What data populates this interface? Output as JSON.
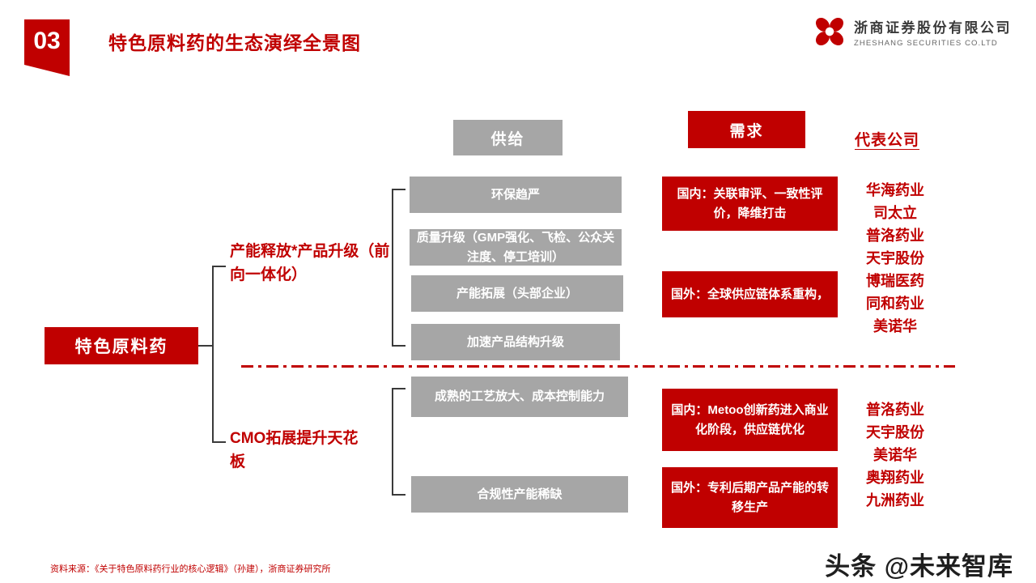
{
  "slide": {
    "number": "03",
    "title": "特色原料药的生态演绎全景图"
  },
  "logo": {
    "name_cn": "浙商证券股份有限公司",
    "name_en": "ZHESHANG SECURITIES CO.LTD",
    "icon": "flower-knot-icon"
  },
  "diagram": {
    "root_label": "特色原料药",
    "upper_branch_label": "产能释放*产品升级（前向一体化）",
    "lower_branch_label": "CMO拓展提升天花板",
    "headers": {
      "supply": "供给",
      "demand": "需求",
      "companies": "代表公司"
    },
    "supply_upper": [
      "环保趋严",
      "质量升级（GMP强化、飞检、公众关注度、停工培训）",
      "产能拓展（头部企业）",
      "加速产品结构升级"
    ],
    "supply_lower": [
      "成熟的工艺放大、成本控制能力",
      "合规性产能稀缺"
    ],
    "demand_upper": [
      "国内：关联审评、一致性评价，降维打击",
      "国外：全球供应链体系重构，"
    ],
    "demand_lower": [
      "国内：Metoo创新药进入商业化阶段，供应链优化",
      "国外：专利后期产品产能的转移生产"
    ],
    "companies_upper": [
      "华海药业",
      "司太立",
      "普洛药业",
      "天宇股份",
      "博瑞医药",
      "同和药业",
      "美诺华"
    ],
    "companies_lower": [
      "普洛药业",
      "天宇股份",
      "美诺华",
      "奥翔药业",
      "九洲药业"
    ]
  },
  "footer": {
    "source": "资料来源：《关于特色原料药行业的核心逻辑》（孙建），浙商证券研究所",
    "watermark": "头条 @未来智库"
  },
  "colors": {
    "accent_red": "#c00000",
    "box_gray": "#a6a6a6",
    "line_dark": "#3a3a3a",
    "watermark_dark": "#1f1f1f"
  }
}
